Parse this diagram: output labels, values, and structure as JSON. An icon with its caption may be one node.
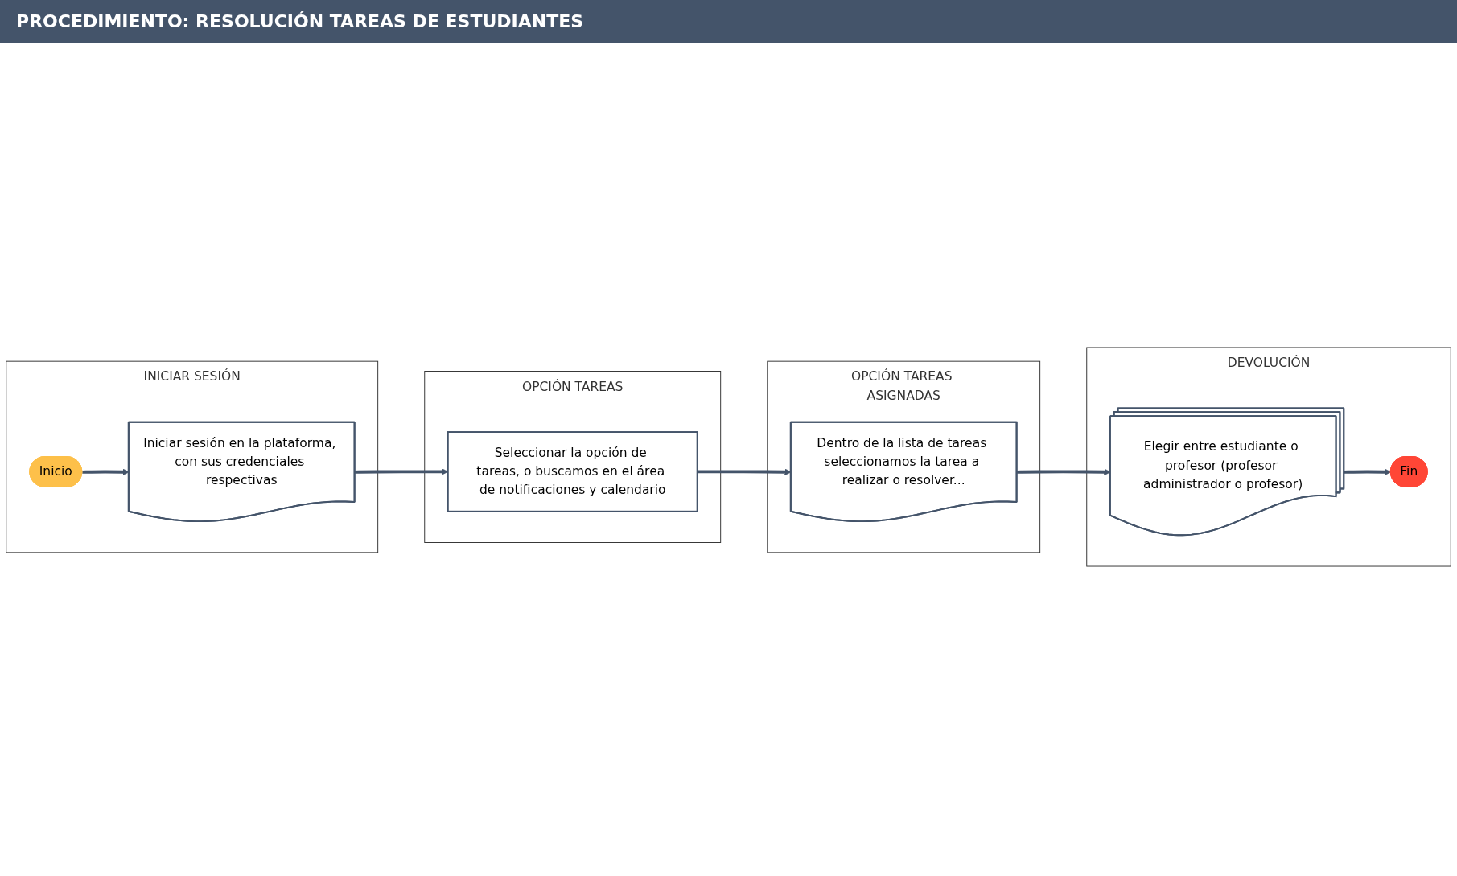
{
  "diagram": {
    "title": "PROCEDIMIENTO: RESOLUCIÓN TAREAS DE ESTUDIANTES",
    "nodes": [
      {
        "text": [
          "INICIAR SESIÓN"
        ]
      },
      {
        "text": [
          "Inicio"
        ],
        "in": 0
      },
      {
        "text": [
          "Iniciar sesión en la plataforma, con sus credenciales respectivas"
        ],
        "in": 0
      },
      {
        "text": [
          "OPCIÓN TAREAS"
        ]
      },
      {
        "text": [
          "Seleccionar la opción de tareas, o buscamos en el área de notificaciones y calendario"
        ],
        "in": 3
      },
      {
        "text": [
          "OPCIÓN TAREAS ASIGNADAS"
        ]
      },
      {
        "text": [
          "Dentro de la lista de tareas seleccionamos la tarea a realizar o resolver..."
        ],
        "in": 5
      },
      {
        "text": [
          "DEVOLUCIÓN"
        ]
      },
      {
        "text": [
          "Elegir entre estudiante o profesor (profesor administrador o profesor)"
        ],
        "in": 7
      },
      {
        "text": [
          "Fin"
        ],
        "in": 7
      }
    ],
    "edges": [
      {
        "from": 1,
        "to": 2,
        "arrow": "to"
      },
      {
        "from": 2,
        "to": 4,
        "arrow": "to"
      },
      {
        "from": 4,
        "to": 6,
        "arrow": "to"
      },
      {
        "from": 6,
        "to": 8,
        "arrow": "to"
      },
      {
        "from": 8,
        "to": 9,
        "arrow": "to"
      }
    ]
  }
}
